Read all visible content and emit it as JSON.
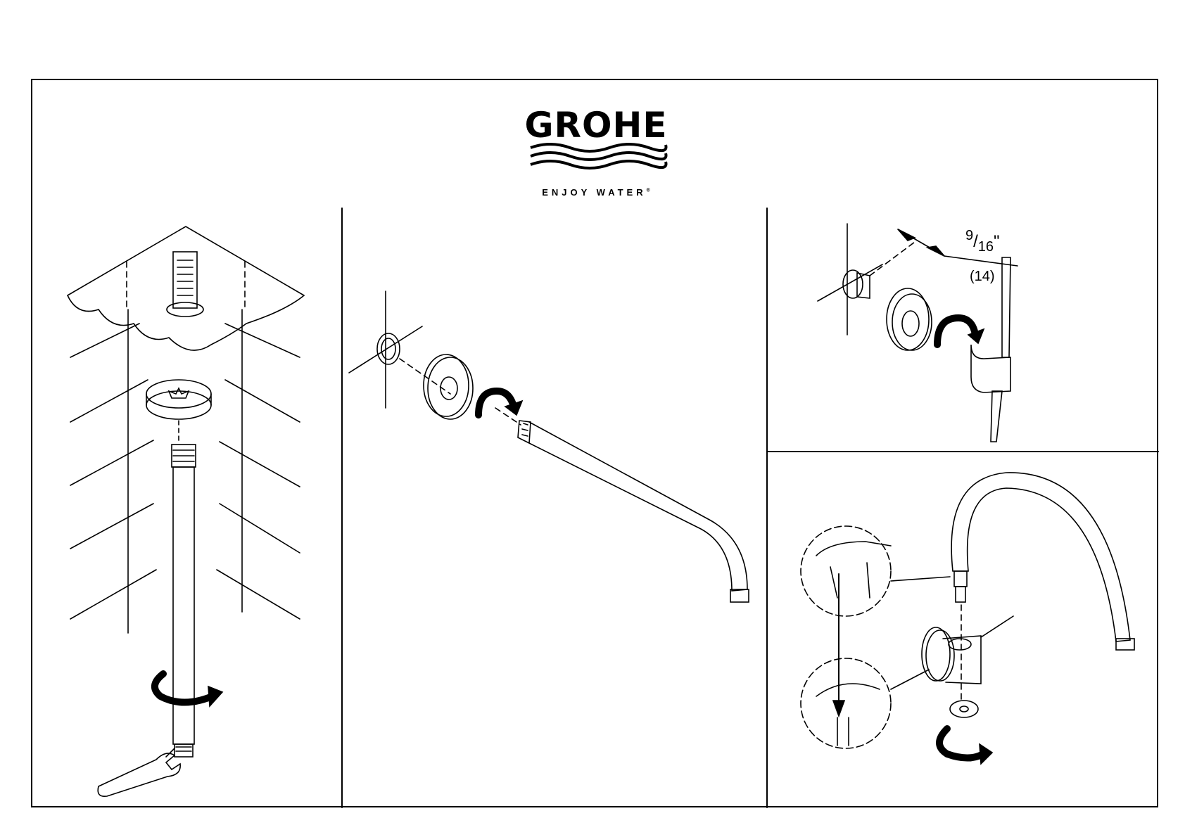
{
  "brand": {
    "name": "GROHE",
    "tagline": "ENJOY WATER",
    "mark": "®"
  },
  "dimension": {
    "numerator": "9",
    "slash": "/",
    "denominator": "16",
    "inch_mark": "\"",
    "metric": "(14)"
  },
  "colors": {
    "line": "#000000",
    "background": "#ffffff"
  }
}
